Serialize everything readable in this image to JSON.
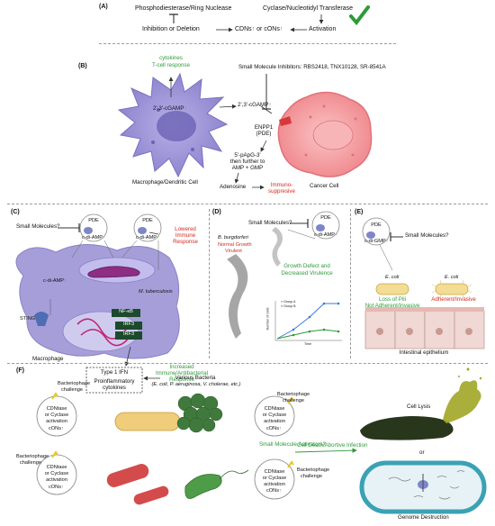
{
  "panelA": {
    "label": "(A)",
    "left_title": "Phosphodiesterase/Ring Nuclease",
    "right_title": "Cyclase/Nucleotidyl Transferase",
    "inhibition": "Inhibition or Deletion",
    "cdns": "CDNs",
    "or": "or",
    "cons": "cONs",
    "activation": "Activation"
  },
  "panelB": {
    "label": "(B)",
    "cytokines": "cytokines",
    "tcell": "T-cell response",
    "cgamp_in": "2',3'-cGAMP",
    "cgamp_out": "2',3'-cGAMP",
    "inhibitors": "Small Molecule Inhibitors: RBS2418, TNX10128, SR-8541A",
    "enpp1": "ENPP1",
    "pde": "(PDE)",
    "papg1": "5'-pApG-3'",
    "papg2": "then further to",
    "papg3": "AMP + GMP",
    "adenosine": "Adenosine",
    "immuno1": "Immuno-",
    "immuno2": "suppresive",
    "macrophage": "Macrophage/Dendritic Cell",
    "cancer": "Cancer Cell"
  },
  "panelC": {
    "label": "(C)",
    "small_molecules": "Small Molecules?",
    "pde1": "PDE",
    "cdiamp1": "c-di-AMP",
    "pde2": "PDE",
    "cdiamp2": "c-di-AMP",
    "lowered1": "Lowered",
    "lowered2": "Immune",
    "lowered3": "Response",
    "cdiamp3": "c-di-AMP",
    "mtb": "M. tuberculosis",
    "sting": "STING",
    "nfkb": "NF-κB",
    "irf3a": "IRF3",
    "irf3b": "IRF3",
    "macrophage": "Macrophage",
    "type1ifn": "Type 1 IFN",
    "proinf1": "Proinflammatory",
    "proinf2": "cytokines",
    "increased1": "Increased",
    "increased2": "Immune/Antibacterial",
    "increased3": "Response"
  },
  "panelD": {
    "label": "(D)",
    "small_molecules": "Small Molecules?",
    "pde": "PDE",
    "cdiamp": "c-di-AMP",
    "borg": "B. burgdorferi",
    "normal1": "Normal Growth",
    "normal2": "Virulent",
    "defect1": "Growth Defect and",
    "defect2": "Decreased Virulence",
    "legend1": "Group A",
    "legend2": "Group B",
    "ylabel": "Number of cells",
    "xlabel": "Time"
  },
  "panelE": {
    "label": "(E)",
    "pde": "PDE",
    "cdigmp": "c-di-GMP",
    "small_molecules": "Small Molecules?",
    "ecoli1": "E. coli",
    "ecoli2": "E. coli",
    "loss1": "Loss of Pili",
    "loss2": "Not Adherent/Invasive",
    "adherent": "Adherent/Invasive",
    "epithelium": "Intestinal epithelium"
  },
  "panelF": {
    "label": "(F)",
    "bp1a": "Bacteriophage",
    "bp1b": "challenge",
    "cdn1a": "CDNtase",
    "cdn1b": "or Cyclase",
    "cdn1c": "activation",
    "cons1": "cONs",
    "various1": "Various Bacteria",
    "various2": "(E. coli, P. aeruginosa, V. cholerae, etc.)",
    "bp2a": "Bacteriophage",
    "bp2b": "challenge",
    "cdn2a": "CDNtase",
    "cdn2b": "or Cyclase",
    "cdn2c": "activation",
    "cons2": "cONs",
    "bp3a": "Bacteriophage",
    "bp3b": "challenge",
    "cdn3a": "CDNtase",
    "cdn3b": "or Cyclase",
    "cdn3c": "activation",
    "cons3": "cONs",
    "small_activators": "Small Molecule Activators?",
    "bp4a": "Bacteriophage",
    "bp4b": "challenge",
    "cdn4a": "CDNtase",
    "cdn4b": "or Cyclase",
    "cdn4c": "activation",
    "cons4": "cONs",
    "cell_death": "Cell Death/Abortive Infection",
    "cell_lysis": "Cell Lysis",
    "or": "or",
    "genome": "Genome Destruction"
  },
  "colors": {
    "green": "#2e9a3a",
    "red": "#d42a1f",
    "lavender": "#a9a3d9",
    "macrophage": "#8f86cf",
    "cancer": "#f4a1a4",
    "pde_blue": "#7e86c9",
    "ecoli_yellow": "#f1d98b"
  }
}
